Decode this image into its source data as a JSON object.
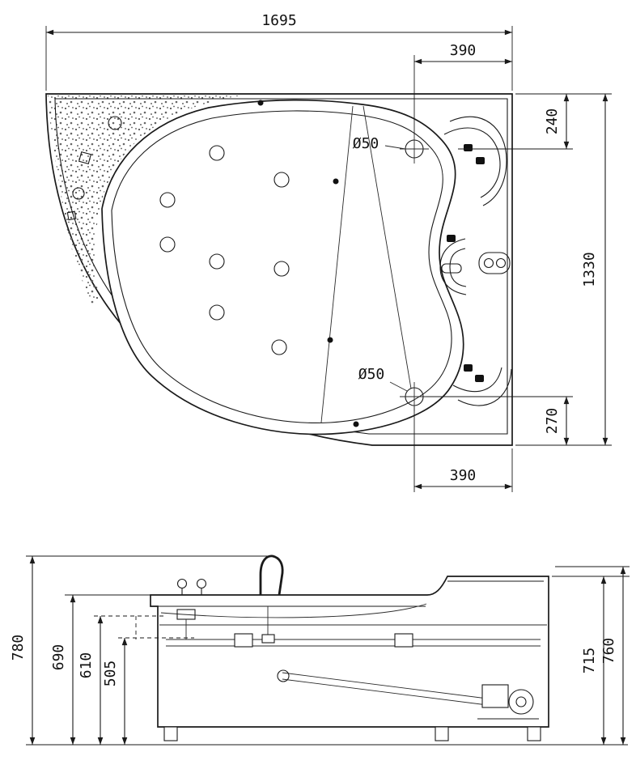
{
  "colors": {
    "line": "#1a1a1a",
    "background": "#ffffff",
    "text": "#111111"
  },
  "top_view": {
    "dims": {
      "overall_width": "1695",
      "top_drain_offset_right": "390",
      "top_drain_from_top": "240",
      "overall_depth": "1330",
      "bottom_drain_from_bottom": "270",
      "bottom_drain_offset_right": "390",
      "top_drain_diameter": "Ø50",
      "bottom_drain_diameter": "Ø50"
    }
  },
  "side_view": {
    "dims": {
      "total_height": "780",
      "rim_height": "690",
      "mid_height": "610",
      "inner_height": "505",
      "right_inner_height": "715",
      "right_outer_height": "760"
    }
  }
}
